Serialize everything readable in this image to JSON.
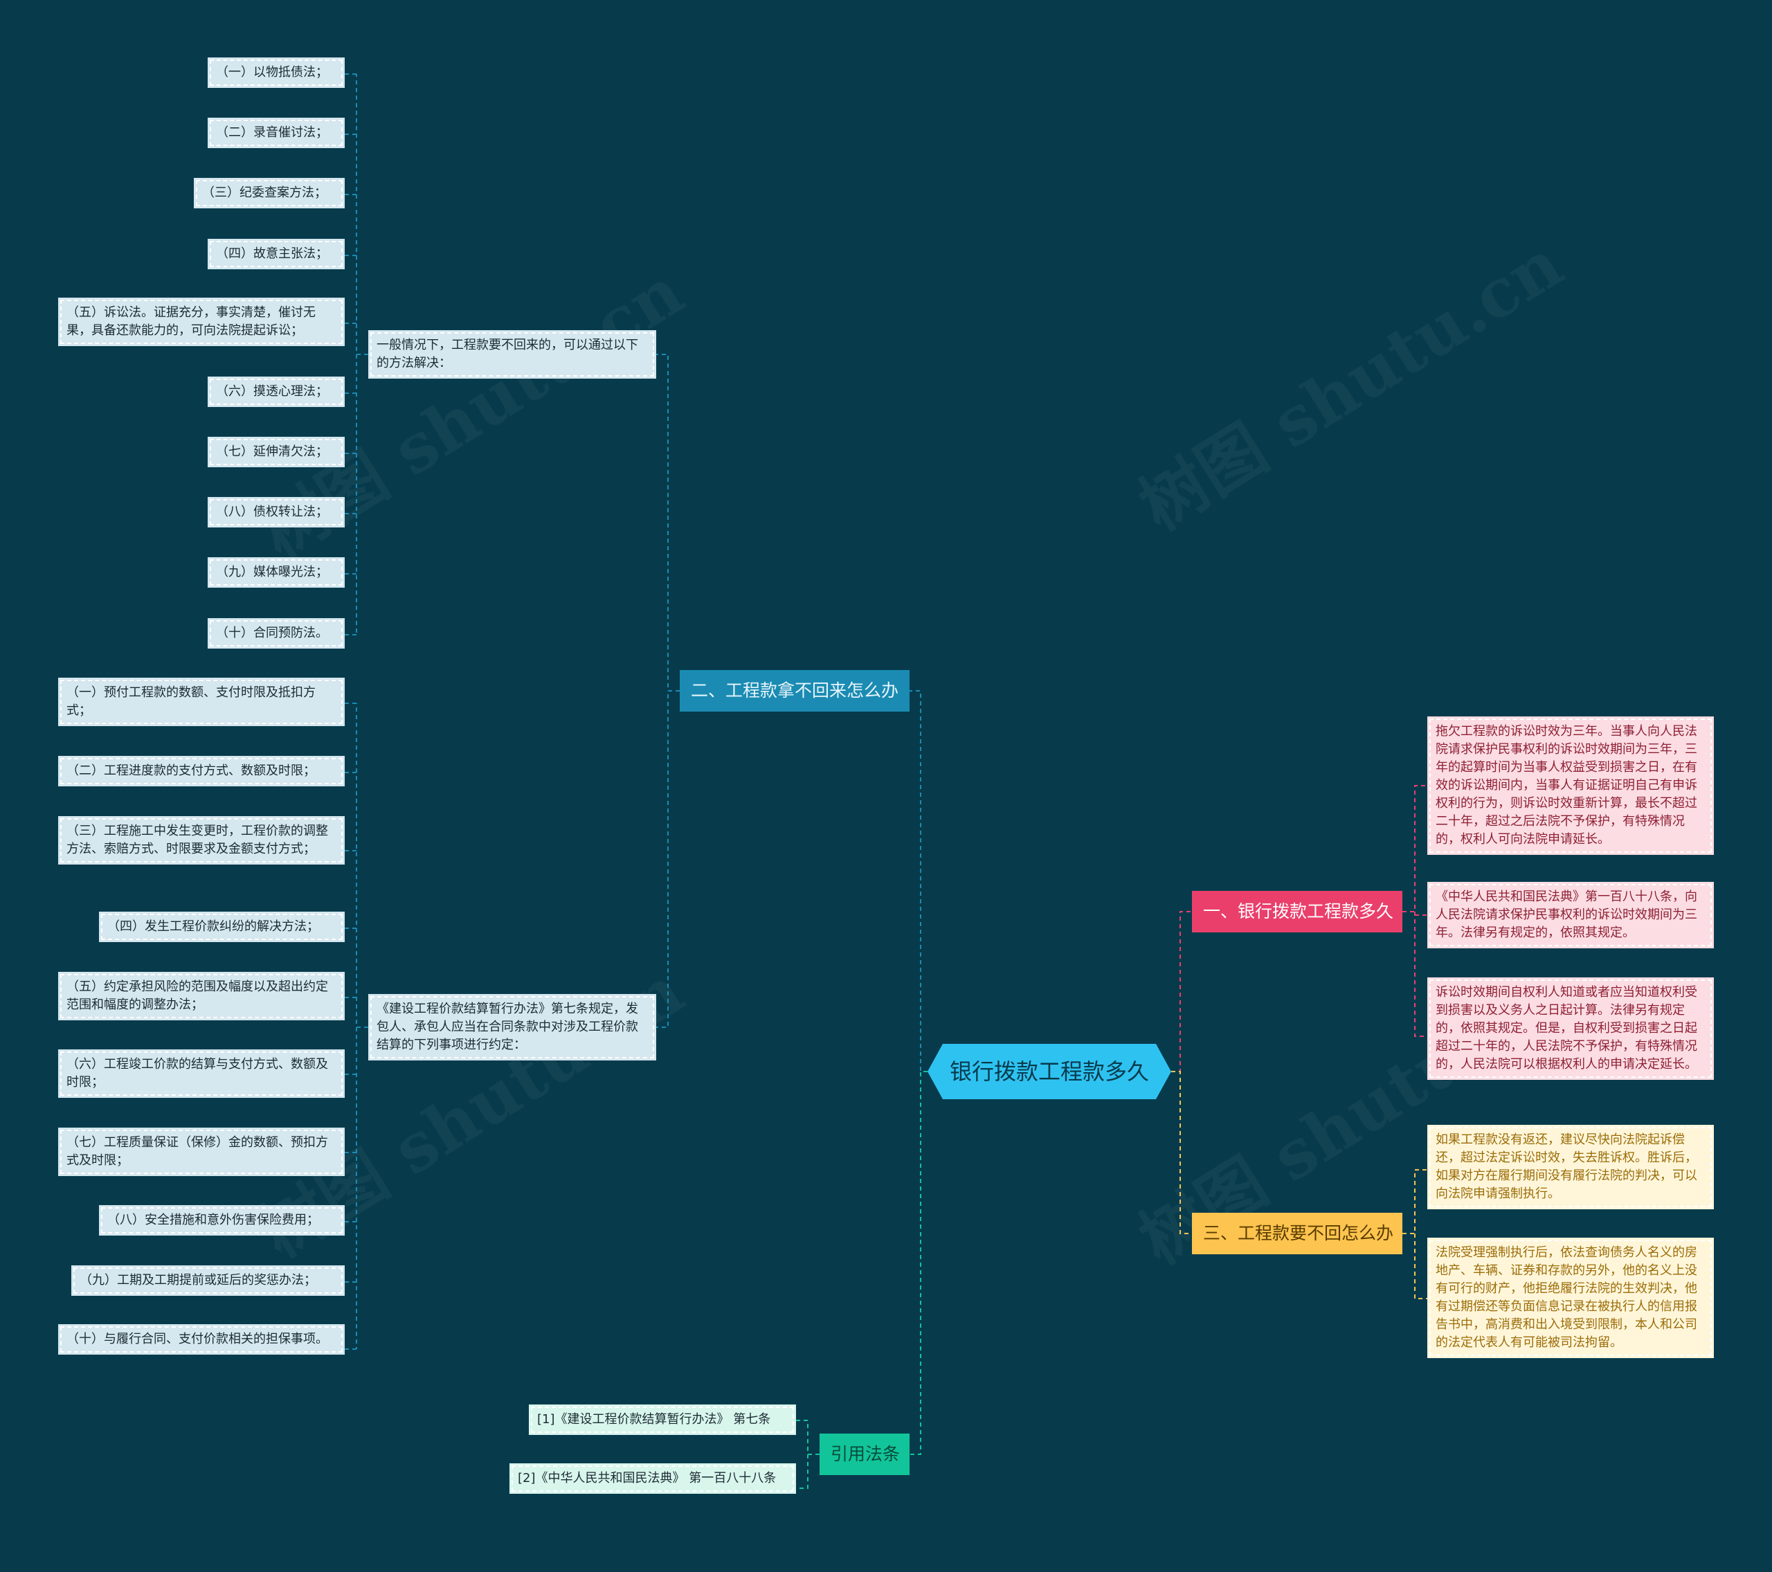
{
  "watermark_text": "树图 shutu.cn",
  "center": {
    "label": "银行拨款工程款多久"
  },
  "branches": {
    "b1": {
      "label": "一、银行拨款工程款多久"
    },
    "b2": {
      "label": "二、工程款拿不回来怎么办"
    },
    "b3": {
      "label": "三、工程款要不回怎么办"
    },
    "b4": {
      "label": "引用法条"
    }
  },
  "b2_sub1": {
    "label": "一般情况下，工程款要不回来的，可以通过以下的方法解决：",
    "items": [
      "（一）以物抵债法；",
      "（二）录音催讨法；",
      "（三）纪委查案方法；",
      "（四）故意主张法；",
      "（五）诉讼法。证据充分，事实清楚，催讨无果，具备还款能力的，可向法院提起诉讼；",
      "（六）摸透心理法；",
      "（七）延伸清欠法；",
      "（八）债权转让法；",
      "（九）媒体曝光法；",
      "（十）合同预防法。"
    ]
  },
  "b2_sub2": {
    "label": "《建设工程价款结算暂行办法》第七条规定，发包人、承包人应当在合同条款中对涉及工程价款结算的下列事项进行约定：",
    "items": [
      "（一）预付工程款的数额、支付时限及抵扣方式；",
      "（二）工程进度款的支付方式、数额及时限；",
      "（三）工程施工中发生变更时，工程价款的调整方法、索赔方式、时限要求及金额支付方式；",
      "（四）发生工程价款纠纷的解决方法；",
      "（五）约定承担风险的范围及幅度以及超出约定范围和幅度的调整办法；",
      "（六）工程竣工价款的结算与支付方式、数额及时限；",
      "（七）工程质量保证（保修）金的数额、预扣方式及时限；",
      "（八）安全措施和意外伤害保险费用；",
      "（九）工期及工期提前或延后的奖惩办法；",
      "（十）与履行合同、支付价款相关的担保事项。"
    ]
  },
  "b1_items": [
    "拖欠工程款的诉讼时效为三年。当事人向人民法院请求保护民事权利的诉讼时效期间为三年，三年的起算时间为当事人权益受到损害之日，在有效的诉讼期间内，当事人有证据证明自己有申诉权利的行为，则诉讼时效重新计算，最长不超过二十年，超过之后法院不予保护，有特殊情况的，权利人可向法院申请延长。",
    "《中华人民共和国民法典》第一百八十八条，向人民法院请求保护民事权利的诉讼时效期间为三年。法律另有规定的，依照其规定。",
    "诉讼时效期间自权利人知道或者应当知道权利受到损害以及义务人之日起计算。法律另有规定的，依照其规定。但是，自权利受到损害之日起超过二十年的，人民法院不予保护，有特殊情况的，人民法院可以根据权利人的申请决定延长。"
  ],
  "b3_items": [
    "如果工程款没有返还，建议尽快向法院起诉偿还，超过法定诉讼时效，失去胜诉权。胜诉后，如果对方在履行期间没有履行法院的判决，可以向法院申请强制执行。",
    "法院受理强制执行后，依法查询债务人名义的房地产、车辆、证券和存款的另外，他的名义上没有可行的财产，他拒绝履行法院的生效判决，他有过期偿还等负面信息记录在被执行人的信用报告书中，高消费和出入境受到限制，本人和公司的法定代表人有可能被司法拘留。"
  ],
  "b4_items": [
    "[1]《建设工程价款结算暂行办法》 第七条",
    "[2]《中华人民共和国民法典》 第一百八十八条"
  ],
  "colors": {
    "background": "#073b4c",
    "center": "#2ec2f1",
    "branch1": "#ea3f6b",
    "branch2": "#1b8bb3",
    "branch3": "#fdc44f",
    "branch4": "#12c499"
  }
}
